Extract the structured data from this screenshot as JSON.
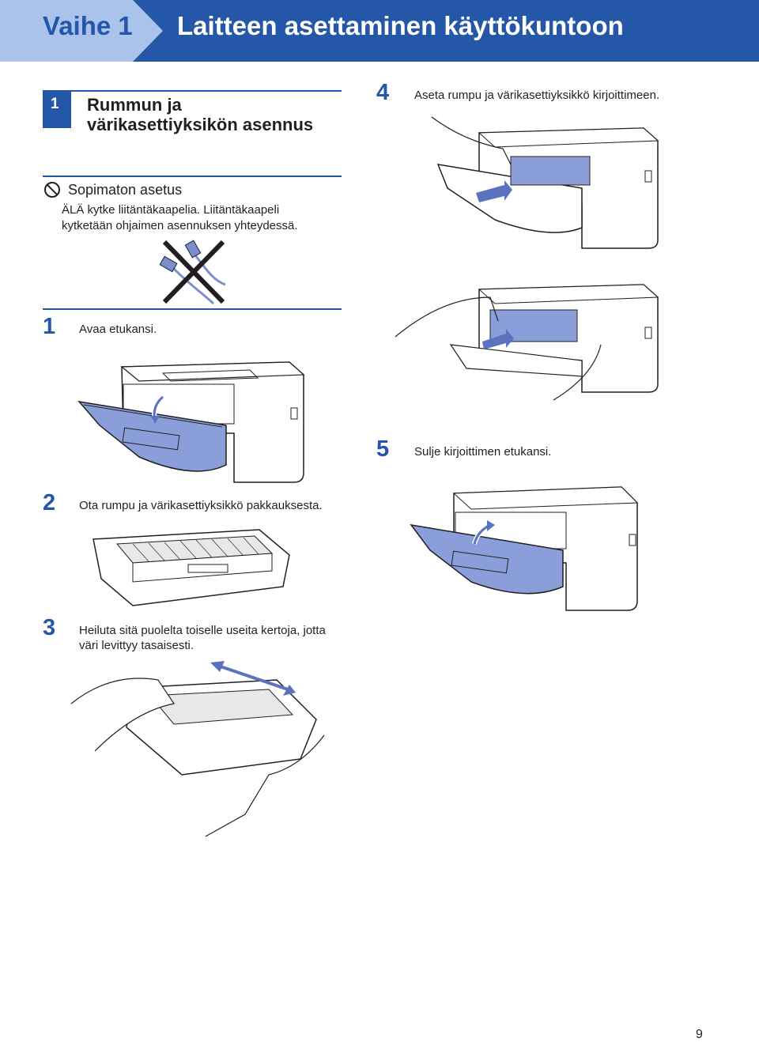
{
  "header": {
    "step_label": "Vaihe 1",
    "title": "Laitteen asettaminen käyttökuntoon"
  },
  "section": {
    "number": "1",
    "title_line1": "Rummun ja",
    "title_line2": "värikasettiyksikön asennus"
  },
  "caution": {
    "title": "Sopimaton asetus",
    "line1": "ÄLÄ kytke liitäntäkaapelia. Liitäntäkaapeli",
    "line2": "kytketään ohjaimen asennuksen yhteydessä."
  },
  "steps": [
    {
      "number": "1",
      "text": "Avaa etukansi."
    },
    {
      "number": "2",
      "text": "Ota rumpu ja värikasettiyksikkö pakkauksesta."
    },
    {
      "number": "3",
      "line1": "Heiluta sitä puolelta toiselle useita kertoja, jotta",
      "line2": "väri levittyy tasaisesti."
    },
    {
      "number": "4",
      "text": "Aseta rumpu ja värikasettiyksikkö kirjoittimeen."
    },
    {
      "number": "5",
      "text": "Sulje kirjoittimen etukansi."
    }
  ],
  "page_number": "9",
  "colors": {
    "brand_blue": "#2457a8",
    "cover_blue": "#8a9fd9",
    "text": "#231f20"
  }
}
